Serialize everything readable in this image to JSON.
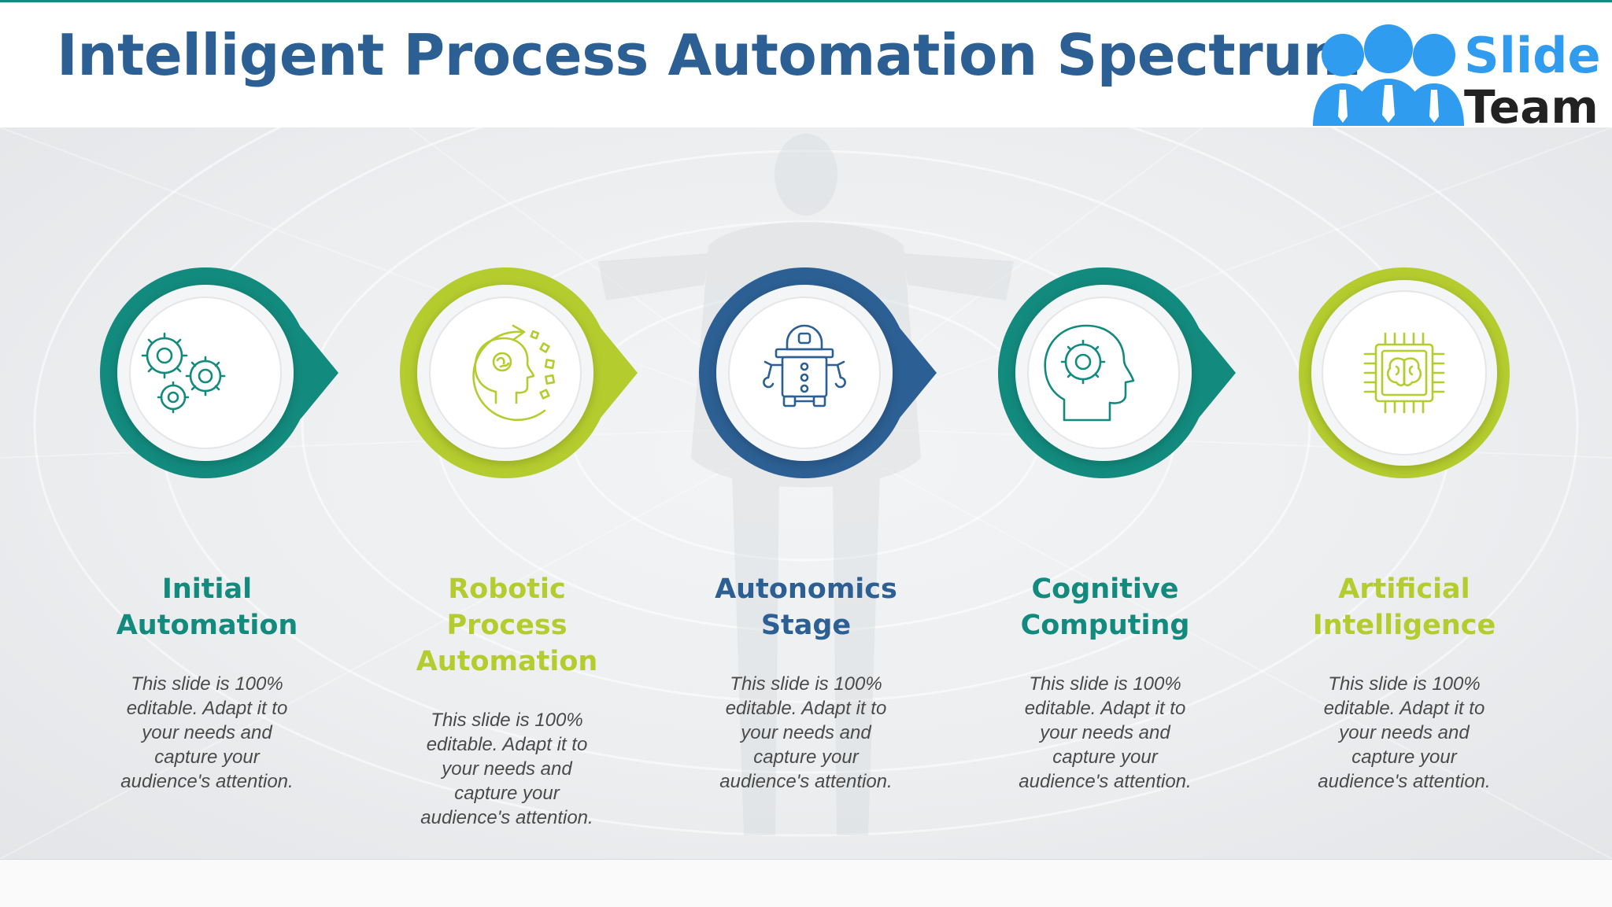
{
  "header": {
    "title": "Intelligent Process Automation Spectrum"
  },
  "logo": {
    "word_1": "Slide",
    "word_2": "Team"
  },
  "colors": {
    "teal": "#128a7d",
    "lime": "#b5cc2e",
    "navy": "#2c5f93",
    "text_gray": "#4a4a4a"
  },
  "stages": [
    {
      "title": "Initial Automation",
      "description": "This slide is 100% editable. Adapt it to your needs and capture your audience's attention.",
      "icon": "gears-icon",
      "color": "#128a7d"
    },
    {
      "title": "Robotic Process Automation",
      "description": "This slide is 100% editable. Adapt it to your needs and capture your audience's attention.",
      "icon": "head-brain-cycle-icon",
      "color": "#b5cc2e"
    },
    {
      "title": "Autonomics Stage",
      "description": "This slide is 100% editable. Adapt it to your needs and capture your audience's attention.",
      "icon": "robot-icon",
      "color": "#2c5f93"
    },
    {
      "title": "Cognitive Computing",
      "description": "This slide is 100% editable. Adapt it to your needs and capture your audience's attention.",
      "icon": "head-gear-icon",
      "color": "#128a7d"
    },
    {
      "title": "Artificial Intelligence",
      "description": "This slide is 100% editable. Adapt it to your needs and capture your audience's attention.",
      "icon": "brain-chip-icon",
      "color": "#b5cc2e"
    }
  ]
}
